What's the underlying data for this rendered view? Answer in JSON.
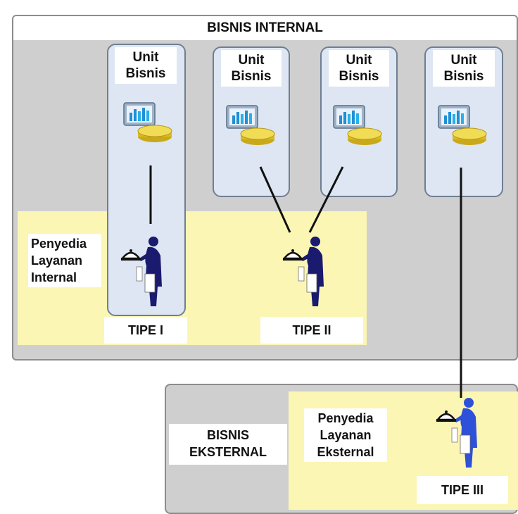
{
  "internal": {
    "title": "BISNIS INTERNAL",
    "unit_label": [
      "Unit",
      "Bisnis"
    ],
    "provider_label": [
      "Penyedia",
      "Layanan",
      "Internal"
    ],
    "types": [
      "TIPE I",
      "TIPE II"
    ]
  },
  "external": {
    "title": [
      "BISNIS",
      "EKSTERNAL"
    ],
    "provider_label": [
      "Penyedia",
      "Layanan",
      "Eksternal"
    ],
    "type": "TIPE III"
  },
  "icons": [
    "business-app-database-icon",
    "waiter-tray-icon"
  ],
  "colors": {
    "panel_gray": "#cfcfcf",
    "provider_yellow": "#fbf6b4",
    "unit_blue": "#dde6f2",
    "waiter_navy": "#1a1a6e",
    "waiter_blue": "#2f50d8"
  }
}
